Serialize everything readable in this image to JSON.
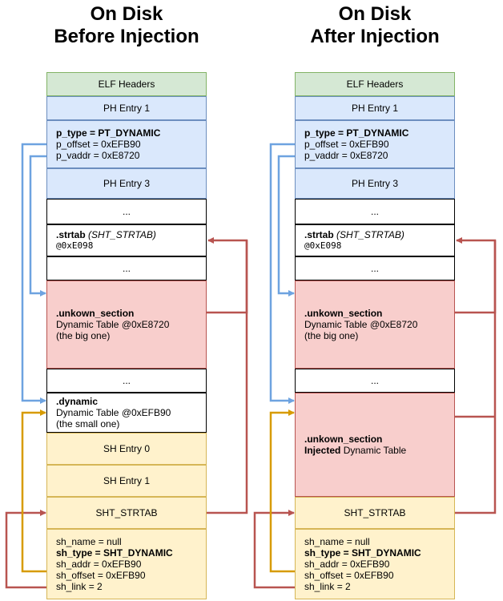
{
  "before": {
    "title_line1": "On Disk",
    "title_line2": "Before Injection",
    "elf_headers": "ELF Headers",
    "ph_entry1": "PH Entry 1",
    "ph_dynamic": {
      "type": "p_type = PT_DYNAMIC",
      "offset": "p_offset = 0xEFB90",
      "vaddr": "p_vaddr = 0xE8720"
    },
    "ph_entry3": "PH Entry 3",
    "ellipsis1": "...",
    "strtab": {
      "name": ".strtab",
      "type": "(SHT_STRTAB)",
      "addr": "@0xE098"
    },
    "ellipsis2": "...",
    "unknown": {
      "name": ".unkown_section",
      "line1": "Dynamic Table  @0xE8720",
      "line2": "(the big one)"
    },
    "ellipsis3": "...",
    "dynamic": {
      "name": ".dynamic",
      "line1": "Dynamic Table @0xEFB90",
      "line2": "(the small one)"
    },
    "sh_entry0": "SH Entry 0",
    "sh_entry1": "SH Entry 1",
    "sht_strtab": "SHT_STRTAB",
    "sh_dynamic": {
      "name": "sh_name = null",
      "type": "sh_type = SHT_DYNAMIC",
      "addr": "sh_addr = 0xEFB90",
      "offset": "sh_offset = 0xEFB90",
      "link": "sh_link = 2"
    }
  },
  "after": {
    "title_line1": "On Disk",
    "title_line2": "After Injection",
    "elf_headers": "ELF Headers",
    "ph_entry1": "PH Entry 1",
    "ph_dynamic": {
      "type": "p_type = PT_DYNAMIC",
      "offset": "p_offset = 0xEFB90",
      "vaddr": "p_vaddr = 0xE8720"
    },
    "ph_entry3": "PH Entry 3",
    "ellipsis1": "...",
    "strtab": {
      "name": ".strtab",
      "type": "(SHT_STRTAB)",
      "addr": "@0xE098"
    },
    "ellipsis2": "...",
    "unknown": {
      "name": ".unkown_section",
      "line1": "Dynamic Table  @0xE8720",
      "line2": "(the big one)"
    },
    "ellipsis3": "...",
    "injected": {
      "name": ".unkown_section",
      "injected_word": "Injected",
      "rest": " Dynamic Table"
    },
    "sht_strtab": "SHT_STRTAB",
    "sh_dynamic": {
      "name": "sh_name = null",
      "type": "sh_type = SHT_DYNAMIC",
      "addr": "sh_addr = 0xEFB90",
      "offset": "sh_offset = 0xEFB90",
      "link": "sh_link = 2"
    }
  },
  "colors": {
    "blue_arrow": "#6ea3e0",
    "red_arrow": "#b85450",
    "yellow_arrow": "#d79b00"
  }
}
